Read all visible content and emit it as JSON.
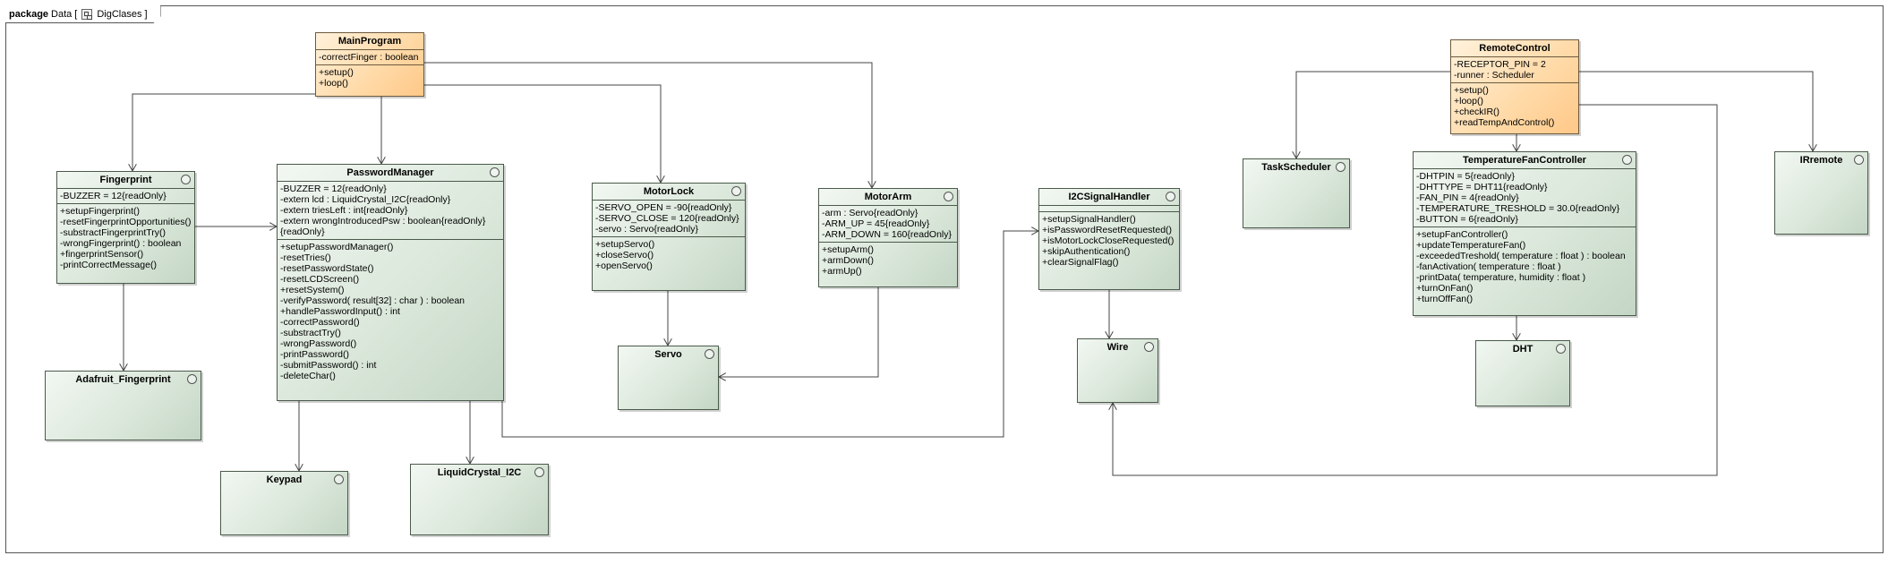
{
  "package": {
    "keyword": "package",
    "name": "Data",
    "diagram_name": "DigClases"
  },
  "classes": {
    "main_program": {
      "name": "MainProgram",
      "attributes": [
        "-correctFinger : boolean"
      ],
      "operations": [
        "+setup()",
        "+loop()"
      ]
    },
    "remote_control": {
      "name": "RemoteControl",
      "attributes": [
        "-RECEPTOR_PIN = 2",
        "-runner : Scheduler"
      ],
      "operations": [
        "+setup()",
        "+loop()",
        "+checkIR()",
        "+readTempAndControl()"
      ]
    },
    "fingerprint": {
      "name": "Fingerprint",
      "attributes": [
        "-BUZZER = 12{readOnly}"
      ],
      "operations": [
        "+setupFingerprint()",
        "-resetFingerprintOpportunities()",
        "-substractFingerprintTry()",
        "-wrongFingerprint() : boolean",
        "+fingerprintSensor()",
        "-printCorrectMessage()"
      ]
    },
    "password_manager": {
      "name": "PasswordManager",
      "attributes": [
        "-BUZZER = 12{readOnly}",
        "-extern lcd : LiquidCrystal_I2C{readOnly}",
        "-extern triesLeft : int{readOnly}",
        "-extern wrongIntroducedPsw : boolean{readOnly}",
        "{readOnly}"
      ],
      "operations": [
        "+setupPasswordManager()",
        "-resetTries()",
        "-resetPasswordState()",
        "-resetLCDScreen()",
        "+resetSystem()",
        "-verifyPassword( result[32] : char ) : boolean",
        "+handlePasswordInput() : int",
        "-correctPassword()",
        "-substractTry()",
        "-wrongPassword()",
        "-printPassword()",
        "-submitPassword() : int",
        "-deleteChar()"
      ]
    },
    "motor_lock": {
      "name": "MotorLock",
      "attributes": [
        "-SERVO_OPEN = -90{readOnly}",
        "-SERVO_CLOSE = 120{readOnly}",
        "-servo : Servo{readOnly}"
      ],
      "operations": [
        "+setupServo()",
        "+closeServo()",
        "+openServo()"
      ]
    },
    "motor_arm": {
      "name": "MotorArm",
      "attributes": [
        "-arm : Servo{readOnly}",
        "-ARM_UP = 45{readOnly}",
        "-ARM_DOWN = 160{readOnly}"
      ],
      "operations": [
        "+setupArm()",
        "+armDown()",
        "+armUp()"
      ]
    },
    "i2c_signal_handler": {
      "name": "I2CSignalHandler",
      "attributes": [],
      "operations": [
        "+setupSignalHandler()",
        "+isPasswordResetRequested()",
        "+isMotorLockCloseRequested()",
        "+skipAuthentication()",
        "+clearSignalFlag()"
      ]
    },
    "temperature_fan_controller": {
      "name": "TemperatureFanController",
      "attributes": [
        "-DHTPIN = 5{readOnly}",
        "-DHTTYPE = DHT11{readOnly}",
        "-FAN_PIN = 4{readOnly}",
        "-TEMPERATURE_TRESHOLD = 30.0{readOnly}",
        "-BUTTON = 6{readOnly}"
      ],
      "operations": [
        "+setupFanController()",
        "+updateTemperatureFan()",
        "-exceededTreshold( temperature : float ) : boolean",
        "-fanActivation( temperature : float )",
        "-printData( temperature, humidity : float )",
        "+turnOnFan()",
        "+turnOffFan()"
      ]
    },
    "task_scheduler": {
      "name": "TaskScheduler"
    },
    "irremote": {
      "name": "IRremote"
    },
    "adafruit_fingerprint": {
      "name": "Adafruit_Fingerprint"
    },
    "servo": {
      "name": "Servo"
    },
    "wire": {
      "name": "Wire"
    },
    "dht": {
      "name": "DHT"
    },
    "keypad": {
      "name": "Keypad"
    },
    "liquid_crystal_i2c": {
      "name": "LiquidCrystal_I2C"
    }
  },
  "colors": {
    "class_fill": "#dbe8db",
    "main_fill": "#ffd9a6",
    "stroke": "#444444"
  }
}
